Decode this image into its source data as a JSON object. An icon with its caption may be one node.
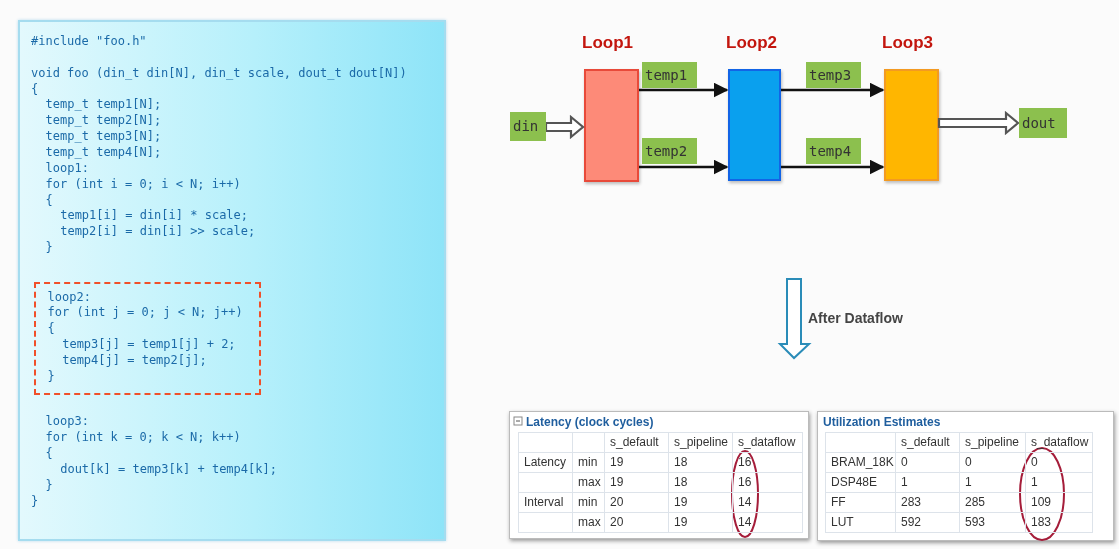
{
  "diagram": {
    "nodes": [
      {
        "text": [
          "#include \"foo.h\"",
          "void foo (din_t din[N], din_t scale, dout_t dout[N])",
          "{",
          "temp_t temp1[N];",
          "temp_t temp2[N];",
          "temp_t temp3[N];",
          "temp_t temp4[N];",
          "loop1:",
          "for (int i = 0; i < N; i++)",
          "{",
          "temp1[i] = din[i] * scale;",
          "temp2[i] = din[i] >> scale;",
          "}",
          "loop3:",
          "for (int k = 0; k < N; k++)",
          "{",
          "dout[k] = temp3[k] + temp4[k];",
          "}",
          "}"
        ]
      },
      {
        "text": [
          "loop2:",
          "for (int j = 0; j < N; j++)",
          "{",
          "temp3[j] = temp1[j] + 2;",
          "temp4[j] = temp2[j];",
          "}"
        ],
        "in": 0
      },
      {
        "text": [
          "Loop1"
        ]
      },
      {
        "text": [
          "Loop2"
        ]
      },
      {
        "text": [
          "Loop3"
        ]
      },
      {
        "text": [
          "din"
        ]
      },
      {
        "text": [
          "dout"
        ]
      }
    ],
    "edges": [
      {
        "from": 5,
        "to": 2,
        "arrow": "to",
        "style": "thick"
      },
      {
        "from": 2,
        "to": 3,
        "arrow": "to",
        "label": "temp1"
      },
      {
        "from": 2,
        "to": 3,
        "arrow": "to",
        "label": "temp2"
      },
      {
        "from": 3,
        "to": 4,
        "arrow": "to",
        "label": "temp3"
      },
      {
        "from": 3,
        "to": 4,
        "arrow": "to",
        "label": "temp4"
      },
      {
        "from": 4,
        "to": 6,
        "arrow": "to",
        "style": "thick"
      }
    ],
    "labels": [
      "After Dataflow",
      "Latency (clock cycles)",
      "s_default",
      "s_pipeline",
      "s_dataflow",
      "Latency",
      "min",
      "19",
      "18",
      "16",
      "max",
      "19",
      "18",
      "16",
      "Interval",
      "min",
      "20",
      "19",
      "14",
      "max",
      "20",
      "19",
      "14",
      "Utilization Estimates",
      "s_default",
      "s_pipeline",
      "s_dataflow",
      "BRAM_18K",
      "0",
      "0",
      "0",
      "DSP48E",
      "1",
      "1",
      "1",
      "FF",
      "283",
      "285",
      "109",
      "LUT",
      "592",
      "593",
      "183"
    ]
  }
}
